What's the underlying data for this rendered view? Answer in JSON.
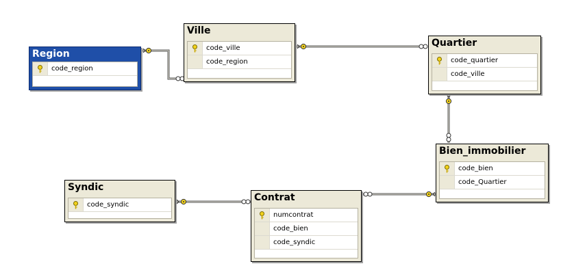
{
  "colors": {
    "link": "#4a4a4a",
    "key": "#f2d21d",
    "selected_title": "#1f4fa8"
  },
  "tables": {
    "region": {
      "title": "Region",
      "columns": [
        {
          "name": "code_region",
          "pk": true
        }
      ]
    },
    "ville": {
      "title": "Ville",
      "columns": [
        {
          "name": "code_ville",
          "pk": true
        },
        {
          "name": "code_region",
          "pk": false
        }
      ]
    },
    "quartier": {
      "title": "Quartier",
      "columns": [
        {
          "name": "code_quartier",
          "pk": true
        },
        {
          "name": "code_ville",
          "pk": false
        }
      ]
    },
    "bien": {
      "title": "Bien_immobilier",
      "columns": [
        {
          "name": "code_bien",
          "pk": true
        },
        {
          "name": "code_Quartier",
          "pk": false
        }
      ]
    },
    "syndic": {
      "title": "Syndic",
      "columns": [
        {
          "name": "code_syndic",
          "pk": true
        }
      ]
    },
    "contrat": {
      "title": "Contrat",
      "columns": [
        {
          "name": "numcontrat",
          "pk": true
        },
        {
          "name": "code_bien",
          "pk": false
        },
        {
          "name": "code_syndic",
          "pk": false
        }
      ]
    }
  },
  "relationships": [
    {
      "from": "ville",
      "to": "region",
      "one_end": "region",
      "many_end": "ville"
    },
    {
      "from": "quartier",
      "to": "ville",
      "one_end": "ville",
      "many_end": "quartier"
    },
    {
      "from": "bien",
      "to": "quartier",
      "one_end": "quartier",
      "many_end": "bien"
    },
    {
      "from": "contrat",
      "to": "bien",
      "one_end": "bien",
      "many_end": "contrat"
    },
    {
      "from": "contrat",
      "to": "syndic",
      "one_end": "syndic",
      "many_end": "contrat"
    }
  ]
}
